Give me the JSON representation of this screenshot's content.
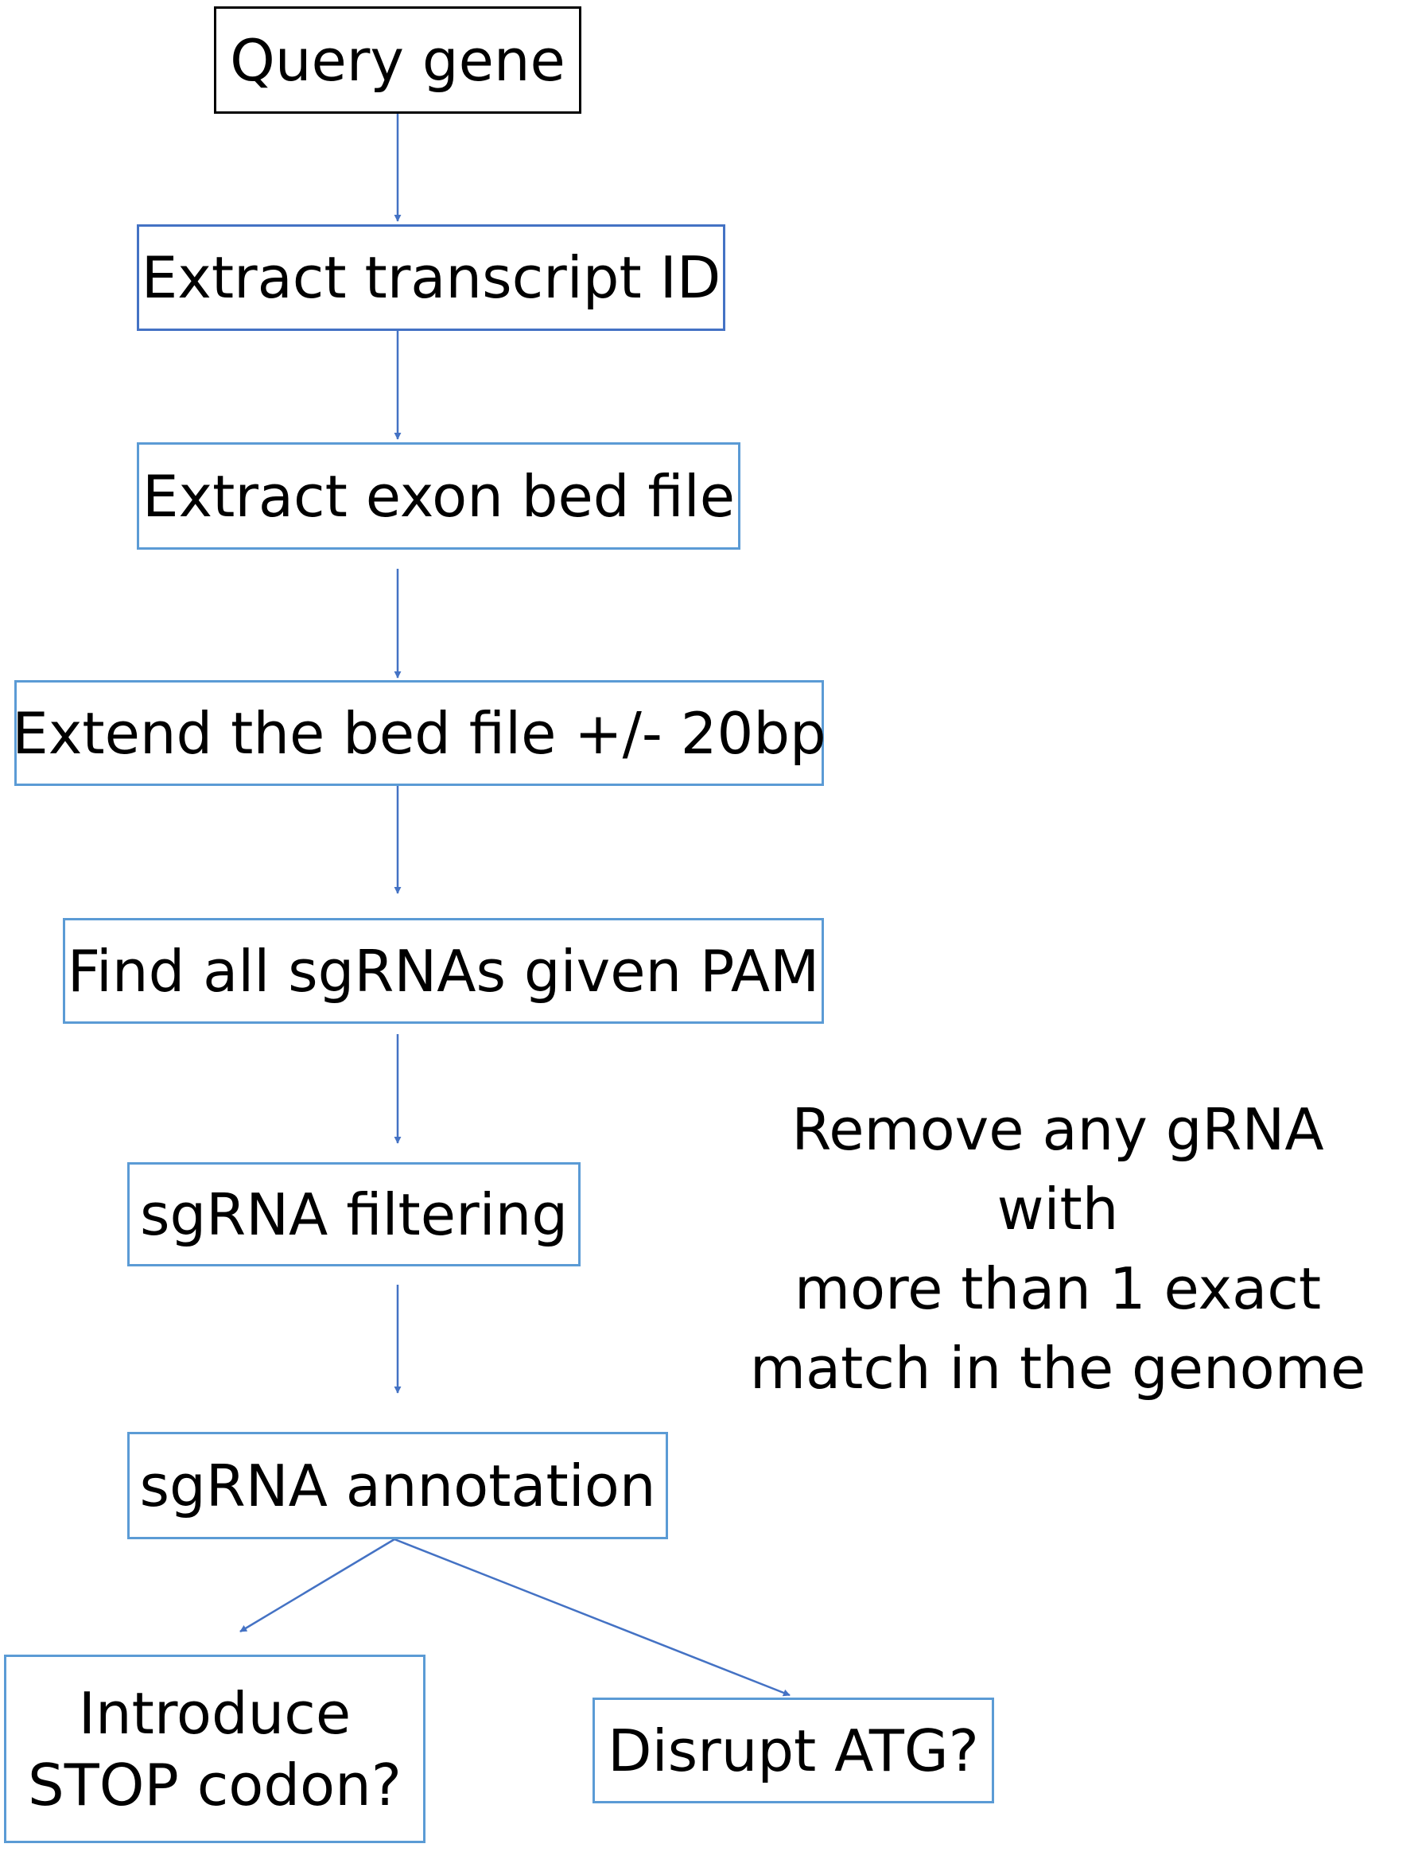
{
  "steps": {
    "query_gene": "Query gene",
    "extract_transcript": "Extract transcript ID",
    "extract_exon": "Extract exon bed file",
    "extend_bed": "Extend the bed file +/- 20bp",
    "find_sgrnas": "Find all sgRNAs given PAM",
    "filtering": "sgRNA filtering",
    "annotation": "sgRNA annotation",
    "stop_codon_line1": "Introduce",
    "stop_codon_line2": "STOP codon?",
    "disrupt_atg": "Disrupt ATG?"
  },
  "note": {
    "line1": "Remove any gRNA with",
    "line2": "more than 1 exact",
    "line3": "match in the genome"
  },
  "colors": {
    "first_box_border": "#000000",
    "box_border": "#5b9bd5",
    "dark_box_border": "#4472c4",
    "arrow": "#4472c4"
  }
}
